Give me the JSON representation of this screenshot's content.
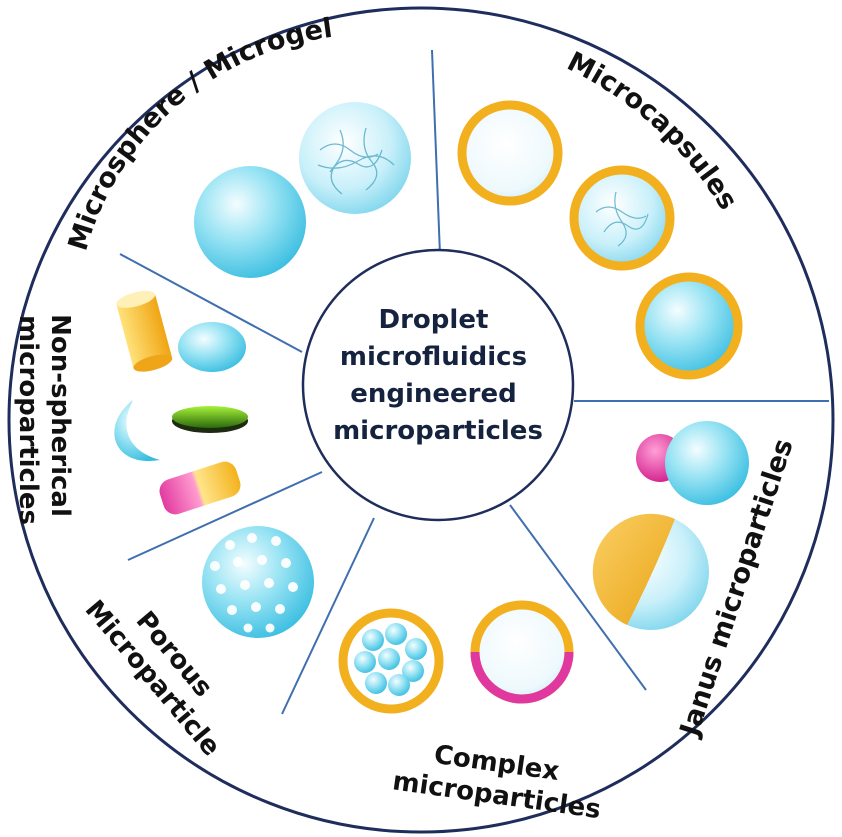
{
  "center_label": [
    "Droplet",
    "microfluidics",
    "engineered",
    "microparticles"
  ],
  "segments": {
    "microsphere": "Microsphere / Microgel",
    "microcapsules": "Microcapsules",
    "janus": "Janus microparticles",
    "complex": [
      "Complex",
      "microparticles"
    ],
    "porous": [
      "Porous",
      "Microparticle"
    ],
    "nonspherical": [
      "Non-spherical",
      "microparticles"
    ]
  },
  "colors": {
    "ring": "#1f2d5c",
    "divider": "#3f6fae",
    "cyan": "#5fcde8",
    "orange": "#f2b01e",
    "magenta": "#e0389e",
    "green": "#4f9a1d"
  }
}
